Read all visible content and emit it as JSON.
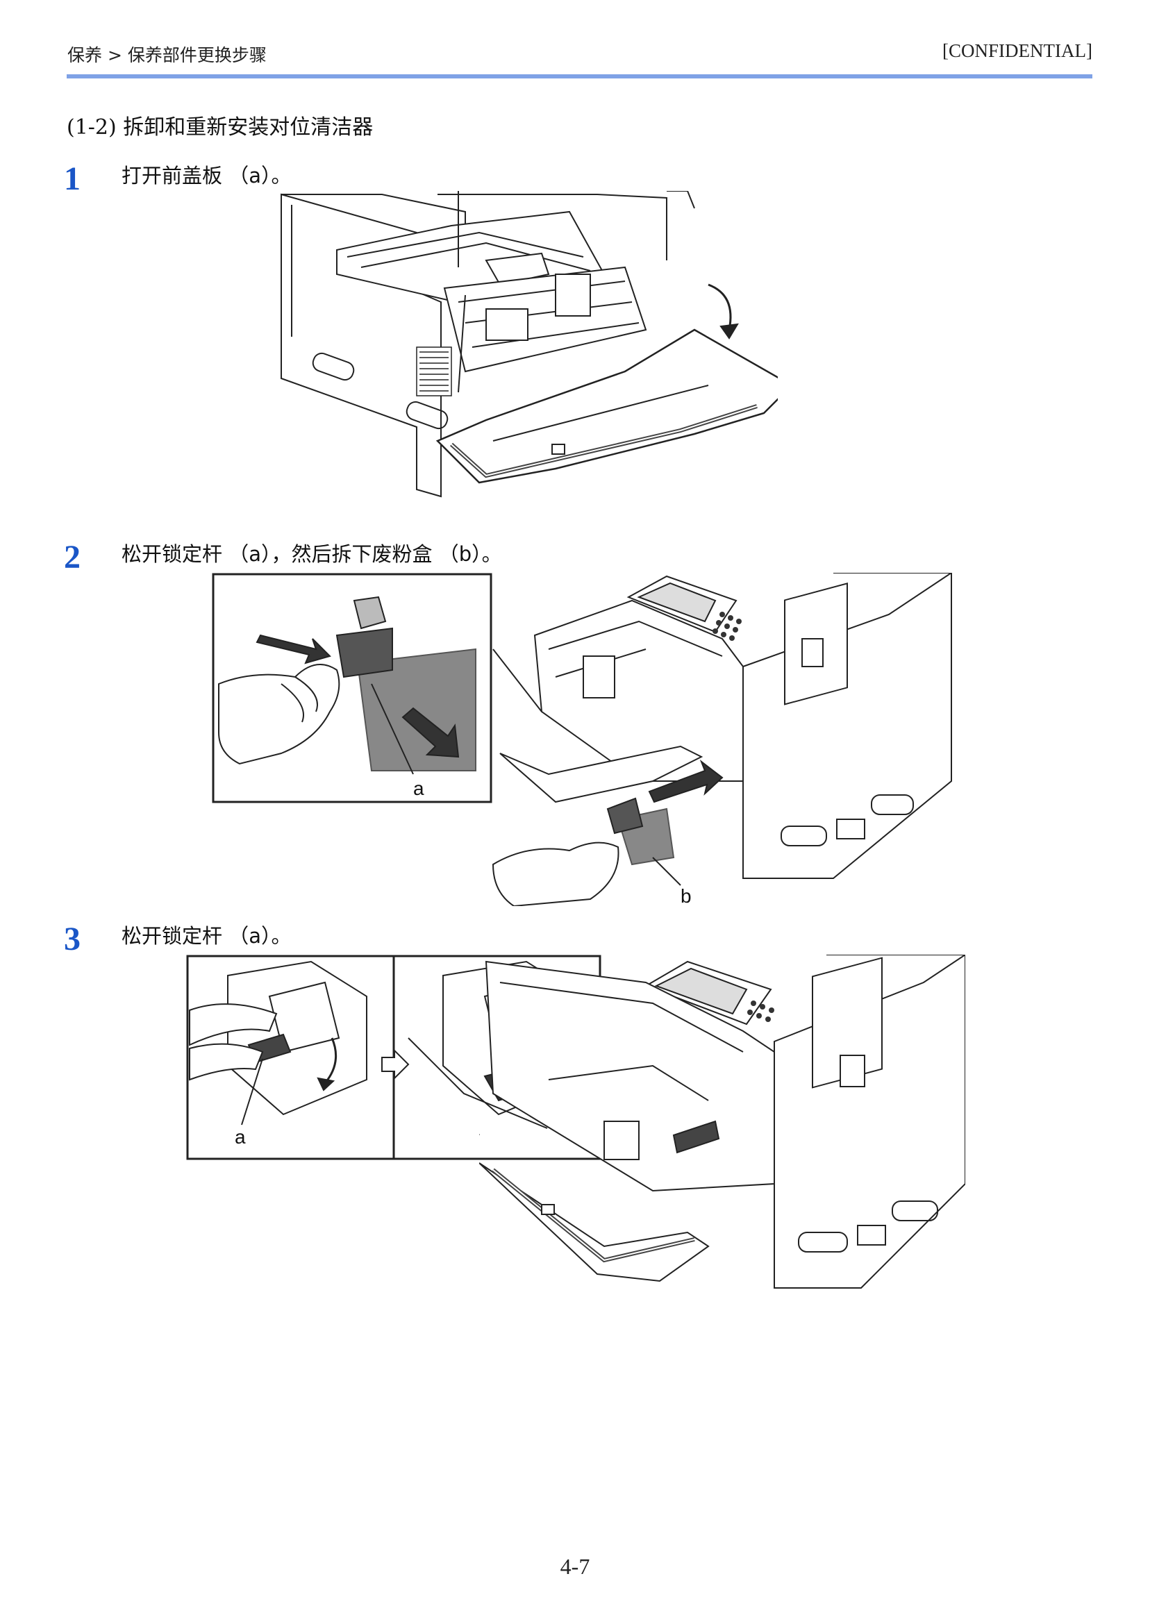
{
  "header": {
    "breadcrumb": "保养 > 保养部件更换步骤",
    "confidential": "[CONFIDENTIAL]",
    "rule_color": "#7fa2e6"
  },
  "section_title": "(1-2) 拆卸和重新安装对位清洁器",
  "accent_color": "#1a56c7",
  "steps": [
    {
      "number": "1",
      "text": "打开前盖板 （a）。"
    },
    {
      "number": "2",
      "text": "松开锁定杆 （a），然后拆下废粉盒 （b）。",
      "callouts": [
        "a",
        "b"
      ]
    },
    {
      "number": "3",
      "text": "松开锁定杆 （a）。",
      "callouts": [
        "a"
      ]
    }
  ],
  "page_number": "4-7"
}
